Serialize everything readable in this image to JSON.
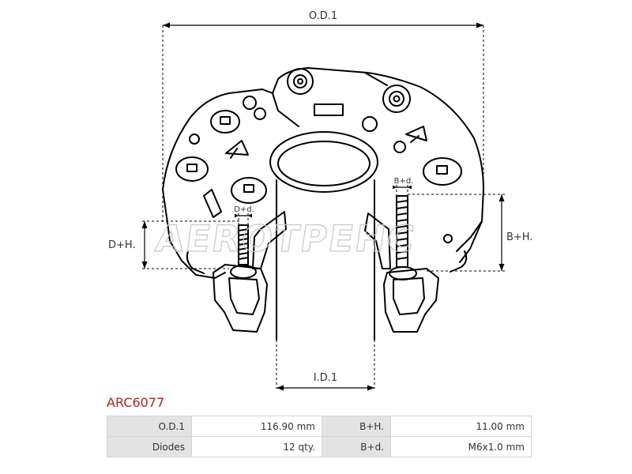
{
  "drawing": {
    "dimensions": {
      "od1": "O.D.1",
      "id1": "I.D.1",
      "d_plus_h": "D+H.",
      "b_plus_h": "B+H.",
      "d_plus_d": "D+d.",
      "b_plus_d": "B+d."
    },
    "watermark": "AEROTPEHC"
  },
  "product": {
    "code": "ARC6077"
  },
  "specs": {
    "rows": [
      {
        "label1": "O.D.1",
        "value1": "116.90 mm",
        "label2": "B+H.",
        "value2": "11.00 mm"
      },
      {
        "label1": "Diodes",
        "value1": "12 qty.",
        "label2": "B+d.",
        "value2": "M6x1.0 mm"
      }
    ]
  },
  "colors": {
    "accent": "#b22222",
    "line": "#000000",
    "table_label_bg": "#e3e3e3",
    "table_border": "#d4d4d4"
  }
}
